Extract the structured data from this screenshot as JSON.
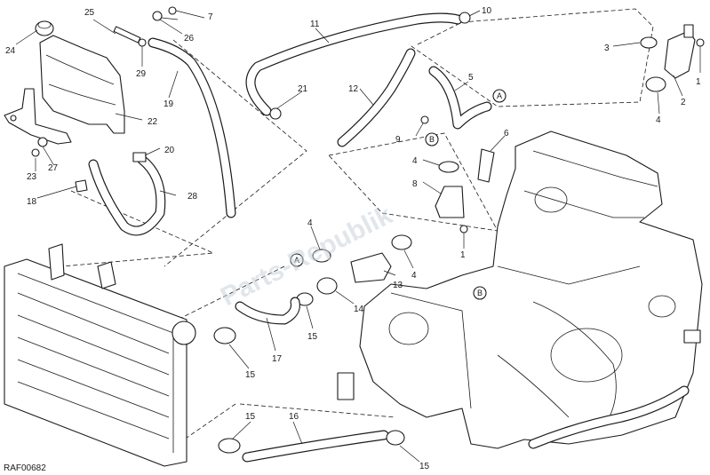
{
  "watermark": "Parts-Republik",
  "reference_code": "RAF00682",
  "callout_letters": {
    "a": "A",
    "b": "B"
  },
  "part_numbers": {
    "p1": "1",
    "p2": "2",
    "p3": "3",
    "p4": "4",
    "p5": "5",
    "p6": "6",
    "p7": "7",
    "p8": "8",
    "p9": "9",
    "p10": "10",
    "p11": "11",
    "p12": "12",
    "p13": "13",
    "p14": "14",
    "p15": "15",
    "p16": "16",
    "p17": "17",
    "p18": "18",
    "p19": "19",
    "p20": "20",
    "p21": "21",
    "p22": "22",
    "p23": "23",
    "p24": "24",
    "p25": "25",
    "p26": "26",
    "p27": "27",
    "p28": "28",
    "p29": "29"
  }
}
